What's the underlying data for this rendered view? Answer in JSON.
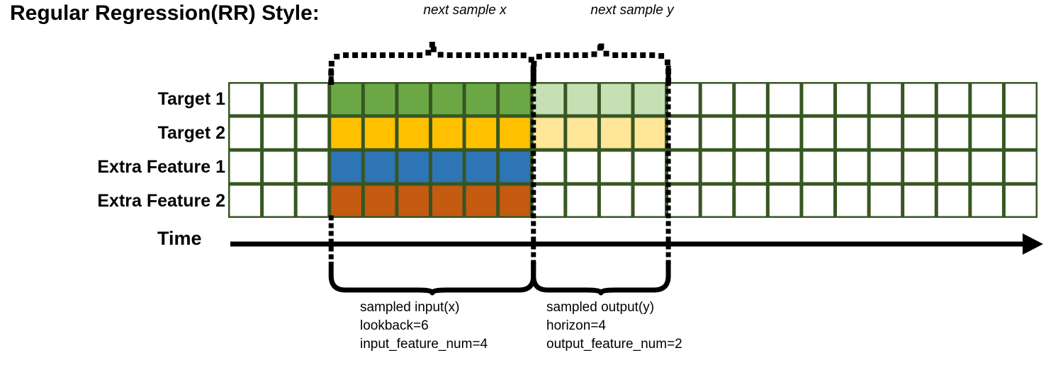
{
  "title": "Regular Regression(RR) Style:",
  "annotations": {
    "next_x": "next sample x",
    "next_y": "next sample y"
  },
  "rows": [
    {
      "label": "Target 1",
      "fill_dark": "#6ba845",
      "fill_light": "#c6e0b4",
      "has_light": true
    },
    {
      "label": "Target 2",
      "fill_dark": "#ffc000",
      "fill_light": "#ffe699",
      "has_light": true
    },
    {
      "label": "Extra Feature 1",
      "fill_dark": "#2e75b6",
      "fill_light": "#ffffff",
      "has_light": false
    },
    {
      "label": "Extra Feature 2",
      "fill_dark": "#c55a11",
      "fill_light": "#ffffff",
      "has_light": false
    }
  ],
  "grid": {
    "total_columns": 24,
    "blank_prefix_columns": 3,
    "input_columns": 6,
    "output_columns": 4,
    "blank_suffix_columns": 11,
    "border_color": "#375623",
    "cell_color": "#ffffff"
  },
  "time_axis": {
    "label": "Time"
  },
  "captions": {
    "left": {
      "line1": "sampled input(x)",
      "line2": "lookback=6",
      "line3": "input_feature_num=4"
    },
    "right": {
      "line1": "sampled output(y)",
      "line2": "horizon=4",
      "line3": "output_feature_num=2"
    }
  },
  "chart_data": {
    "type": "table",
    "title": "Regular Regression(RR) Style:",
    "categories": [
      "Target 1",
      "Target 2",
      "Extra Feature 1",
      "Extra Feature 2"
    ],
    "series": [
      {
        "name": "sampled input(x)",
        "lookback": 6,
        "input_feature_num": 4,
        "columns": [
          4,
          5,
          6,
          7,
          8,
          9
        ]
      },
      {
        "name": "sampled output(y)",
        "horizon": 4,
        "output_feature_num": 2,
        "columns": [
          10,
          11,
          12,
          13
        ]
      }
    ],
    "xlabel": "Time",
    "ylabel": "",
    "grid": true,
    "legend": "none"
  }
}
